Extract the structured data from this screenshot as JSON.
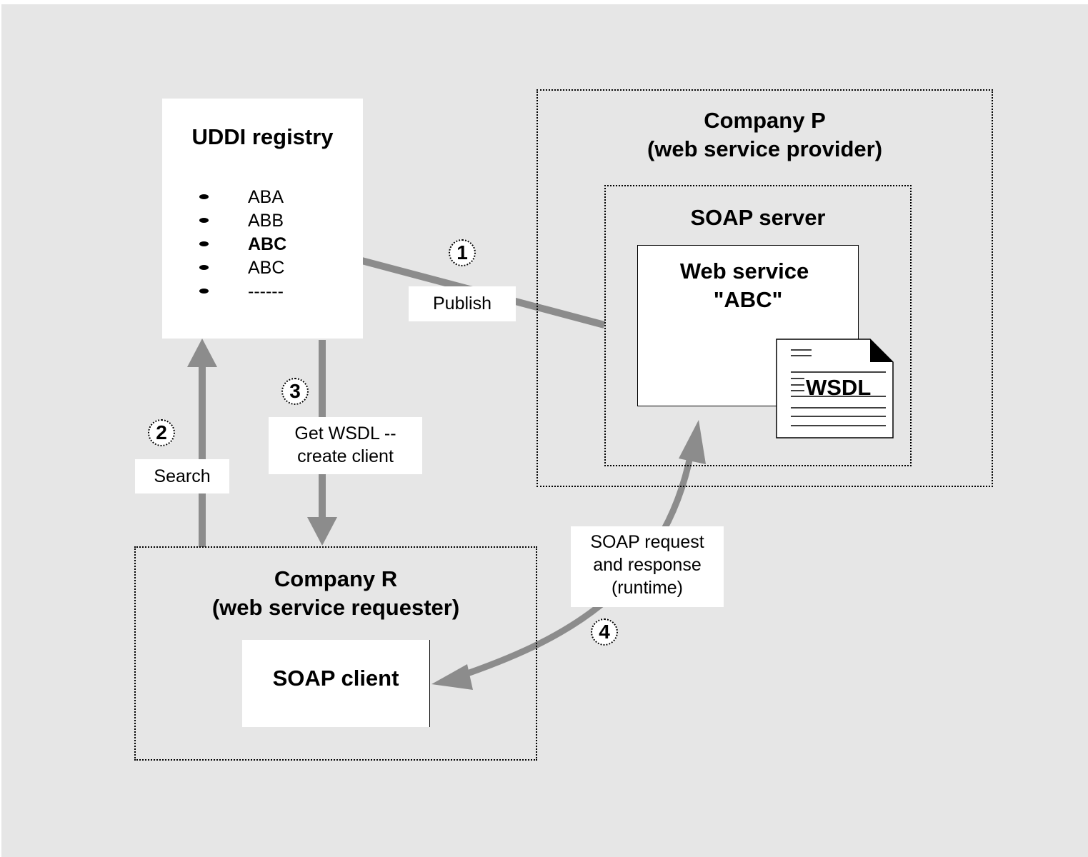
{
  "colors": {
    "background": "#e6e6e6",
    "arrow": "#8c8c8c",
    "panel": "#ffffff",
    "border": "#000000"
  },
  "registry": {
    "title": "UDDI registry",
    "entries": [
      {
        "label": "ABA",
        "bold": false
      },
      {
        "label": "ABB",
        "bold": false
      },
      {
        "label": "ABC",
        "bold": true
      },
      {
        "label": "ABC",
        "bold": false
      },
      {
        "label": "------",
        "bold": false
      }
    ]
  },
  "provider": {
    "title_line1": "Company P",
    "title_line2": "(web service provider)",
    "server": {
      "title": "SOAP server",
      "service_line1": "Web service",
      "service_line2": "\"ABC\"",
      "wsdl_label": "WSDL"
    }
  },
  "requester": {
    "title_line1": "Company R",
    "title_line2": "(web service requester)",
    "client": "SOAP client"
  },
  "steps": [
    {
      "number": "1",
      "label_lines": [
        "Publish"
      ]
    },
    {
      "number": "2",
      "label_lines": [
        "Search"
      ]
    },
    {
      "number": "3",
      "label_lines": [
        "Get WSDL --",
        "create client"
      ]
    },
    {
      "number": "4",
      "label_lines": [
        "SOAP request",
        "and response",
        "(runtime)"
      ]
    }
  ]
}
